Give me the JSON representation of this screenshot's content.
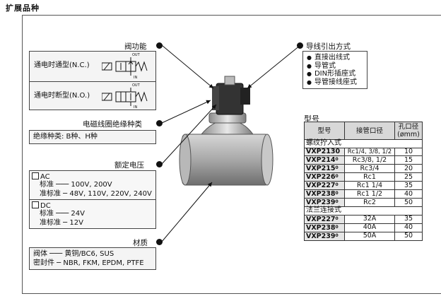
{
  "heading": "扩展品种",
  "valve_function": {
    "title": "阀功能",
    "types": [
      {
        "label": "通电时通型(N.C.)",
        "out": "OUT",
        "in": "IN"
      },
      {
        "label": "通电时断型(N.O.)",
        "out": "OUT",
        "in": "IN"
      }
    ]
  },
  "coil_insulation": {
    "title": "电磁线圈绝缘种类",
    "text": "绝缘种类: B种、H种"
  },
  "rated_voltage": {
    "title": "额定电压",
    "ac": {
      "name": "AC",
      "standard": "标准 ─── 100V, 200V",
      "semi": "准标准 ─ 48V, 110V, 220V, 240V"
    },
    "dc": {
      "name": "DC",
      "standard": "标准 ─── 24V",
      "semi": "准标准 ─ 12V"
    }
  },
  "material": {
    "title": "材质",
    "body": "阀体 ─── 黄铜/BC6, SUS",
    "seal": "密封件 ─ NBR, FKM, EPDM, PTFE"
  },
  "wiring": {
    "title": "导线引出方式",
    "items": [
      "直接出线式",
      "导管式",
      "DIN形插座式",
      "导管接线座式"
    ]
  },
  "models": {
    "title": "型号",
    "headers": [
      "型号",
      "接管口径",
      "孔口径\n(ømm)"
    ],
    "threaded_title": "螺纹拧入式",
    "threaded": [
      {
        "model": "VXP2130",
        "suffix": "",
        "port": "Rc1/4, 3/8, 1/2",
        "orifice": "10"
      },
      {
        "model": "VXP214",
        "suffix": "0",
        "port": "Rc3/8, 1/2",
        "orifice": "15"
      },
      {
        "model": "VXP215",
        "suffix": "0",
        "port": "Rc3/4",
        "orifice": "20"
      },
      {
        "model": "VXP226",
        "suffix": "0",
        "port": "Rc1",
        "orifice": "25"
      },
      {
        "model": "VXP227",
        "suffix": "0",
        "port": "Rc1 1/4",
        "orifice": "35"
      },
      {
        "model": "VXP238",
        "suffix": "0",
        "port": "Rc1 1/2",
        "orifice": "40"
      },
      {
        "model": "VXP239",
        "suffix": "0",
        "port": "Rc2",
        "orifice": "50"
      }
    ],
    "flange_title": "法兰连接式",
    "flange": [
      {
        "model": "VXP227",
        "suffix": "0",
        "port": "32A",
        "orifice": "35"
      },
      {
        "model": "VXP238",
        "suffix": "0",
        "port": "40A",
        "orifice": "40"
      },
      {
        "model": "VXP239",
        "suffix": "0",
        "port": "50A",
        "orifice": "50"
      }
    ]
  }
}
